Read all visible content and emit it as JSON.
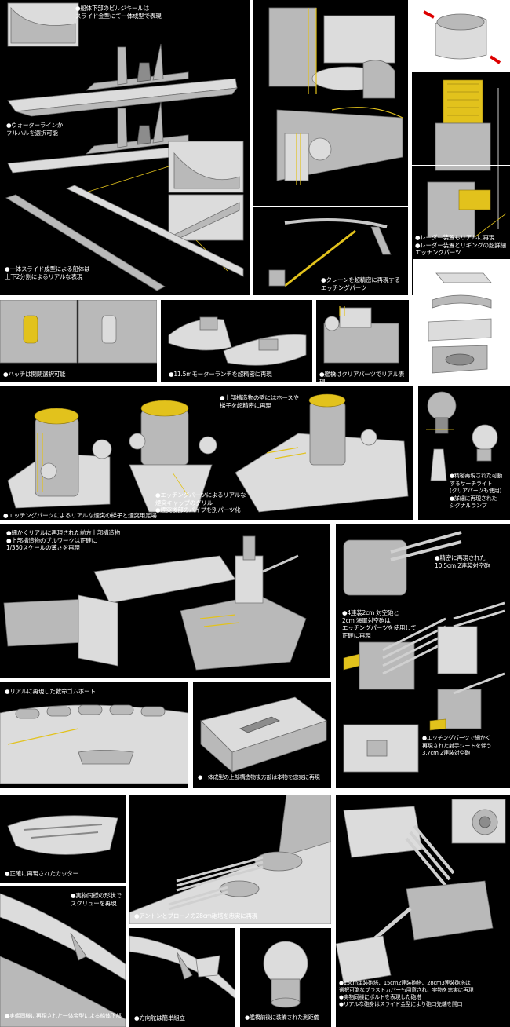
{
  "colors": {
    "background": "#000000",
    "plastic": "#b9b9b9",
    "photo_etch": "#e2c21c",
    "page": "#ffffff"
  },
  "captions": {
    "bilge_keel": "●船体下部のビルジキールは\nスライド金型にて一体成型で表現",
    "waterline": "●ウォーターラインか\nフルハルを選択可能",
    "hull_slide": "●一体スライド成型による船体は\n上下2分割によるリアルな表現",
    "crane": "●クレーンを超精密に再現する\nエッチングパーツ",
    "radar": "●レーダー装置もリアルに再現\n●レーダー装置とリギングの超詳細\nエッチングパーツ",
    "hatch": "●ハッチは開閉選択可能",
    "launch": "●11.5mモーターランチを超精密に再現",
    "bridge": "●艦橋はクリアパーツでリアル表現",
    "funnel_ladder": "●エッチングパーツによるリアルな煙突の梯子と煙突用足場",
    "funnel_cap": "●エッチングパーツによるリアルな\n煙突キャップのグリル\n●煙突後部のパイプを別パーツ化",
    "superstructure_wall": "●上部構造物の壁にはホースや\n梯子を超精密に再現",
    "searchlight": "●精密再現された可動\nするサーチライト\n(クリアパーツも使用)\n●詳細に再現された\nシグナルランプ",
    "forward_superstructure": "●細かくリアルに再現された前方上部構造物\n●上部構造物のブルワークは正確に\n1/350スケールの薄さを再現",
    "aa_105": "●精密に再現された\n10.5cm 2連装対空砲",
    "aa_2cm": "●4連装2cm 対空砲と\n2cm 海軍対空砲は\nエッチングパーツを使用して\n正確に再現",
    "rubber_boat": "●リアルに再現した救命ゴムボート",
    "aft_superstructure": "●一体成型の上部構造物後方部は本物を忠実に再現",
    "aa_37": "●エッチングパーツで細かく\n再現された射手シートを伴う\n3.7cm 2連装対空砲",
    "cutter": "●正確に再現されたカッター",
    "turrets_28": "●アントンとブローノの28cm砲塔を忠実に再現",
    "screw": "●実物同様の形状で\nスクリューを再現",
    "lower_hull": "●実艦同様に再現された一体金型による船体下部",
    "rudder": "●方向舵は簡単組立",
    "rangefinder": "●艦橋前後に装備された測距儀",
    "guns_note": "●15cm単装砲塔、15cm2連装砲塔、28cm3連装砲塔は\n選択可能なブラストカバーも用意され、実物を忠実に再現\n●実物同様にボルトを表現した砲塔\n●リアルな砲身はスライド金型により砲口先端を開口"
  }
}
